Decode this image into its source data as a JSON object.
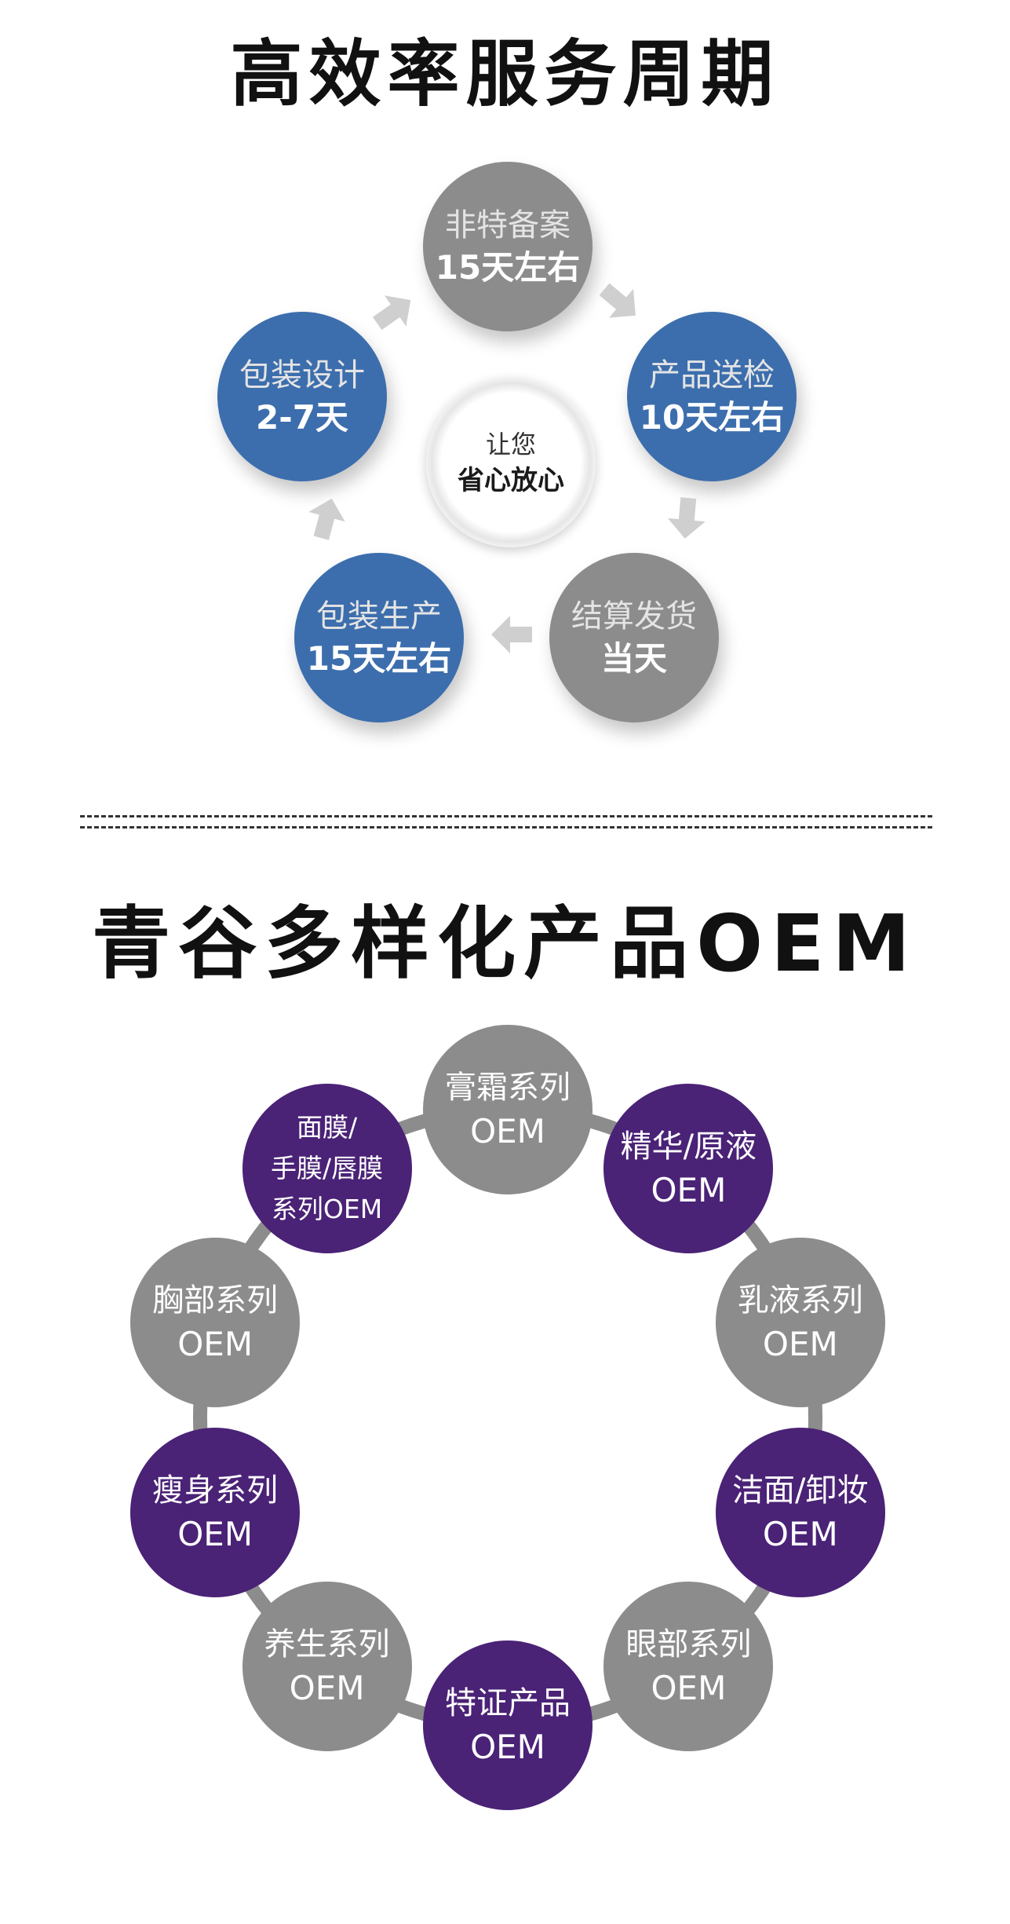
{
  "section1": {
    "title": "高效率服务周期",
    "center": {
      "line1": "让您",
      "line2": "省心放心"
    },
    "steps": [
      {
        "line1": "非特备案",
        "line2": "15天左右",
        "color": "#8c8c8c"
      },
      {
        "line1": "产品送检",
        "line2": "10天左右",
        "color": "#3c6ead"
      },
      {
        "line1": "结算发货",
        "line2": "当天",
        "color": "#8c8c8c"
      },
      {
        "line1": "包装生产",
        "line2": "15天左右",
        "color": "#3c6ead"
      },
      {
        "line1": "包装设计",
        "line2": "2-7天",
        "color": "#3c6ead"
      }
    ]
  },
  "section2": {
    "title": "青谷多样化产品OEM",
    "items": [
      {
        "line1": "膏霜系列",
        "line2": "OEM",
        "color": "#8c8c8c"
      },
      {
        "line1": "精华/原液",
        "line2": "OEM",
        "color": "#4a2276"
      },
      {
        "line1": "乳液系列",
        "line2": "OEM",
        "color": "#8c8c8c"
      },
      {
        "line1": "洁面/卸妆",
        "line2": "OEM",
        "color": "#4a2276"
      },
      {
        "line1": "眼部系列",
        "line2": "OEM",
        "color": "#8c8c8c"
      },
      {
        "line1": "特证产品",
        "line2": "OEM",
        "color": "#4a2276"
      },
      {
        "line1": "养生系列",
        "line2": "OEM",
        "color": "#8c8c8c"
      },
      {
        "line1": "瘦身系列",
        "line2": "OEM",
        "color": "#4a2276"
      },
      {
        "line1": "胸部系列",
        "line2": "OEM",
        "color": "#8c8c8c"
      },
      {
        "line1": "面膜/",
        "line2": "手膜/唇膜",
        "line3": "系列OEM",
        "color": "#4a2276"
      }
    ]
  }
}
